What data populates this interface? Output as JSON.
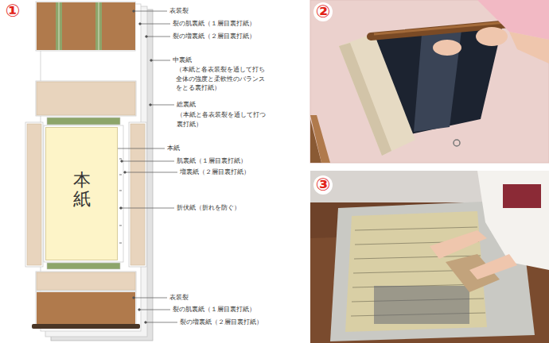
{
  "diagram": {
    "nodes": [
      {
        "text": [
          "本紙"
        ]
      }
    ],
    "labels": [
      "①",
      "②",
      "③",
      "表装裂",
      "裂の肌裏紙（１層目裏打紙）",
      "裂の増裏紙（２層目裏打紙）",
      "中裏紙",
      "（本紙と各表装裂を通して打ち 全体の強度と柔軟性のバランス をとる裏打紙）",
      "総裏紙",
      "（本紙と各表装裂を通して打つ 裏打紙）",
      "本紙",
      "肌裏紙（１層目裏打紙）",
      "増裏紙（２層目裏打紙）",
      "折伏紙（折れを防ぐ）",
      "表装裂",
      "裂の肌裏紙（１層目裏打紙）",
      "裂の増裏紙（２層目裏打紙）"
    ]
  }
}
